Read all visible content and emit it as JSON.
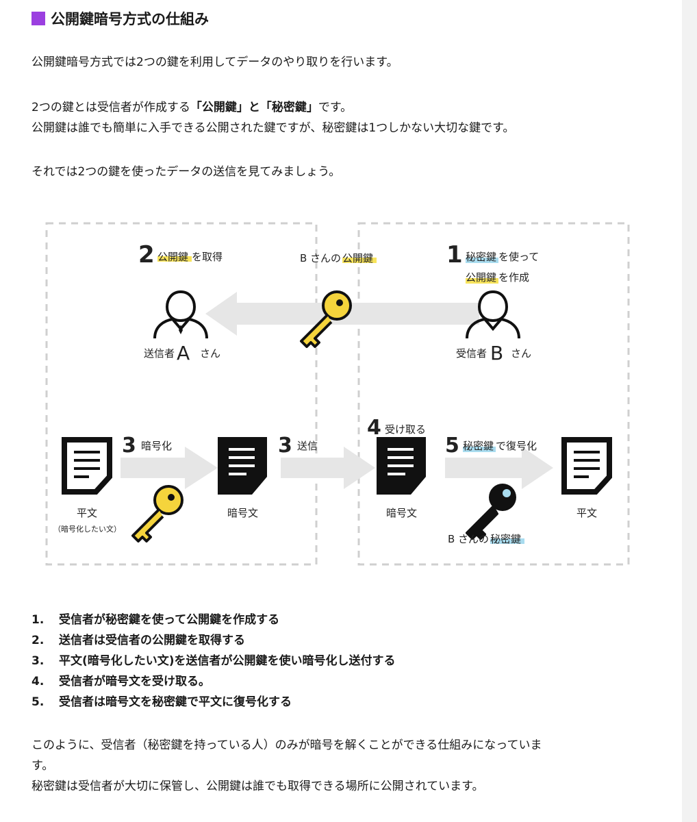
{
  "heading": "公開鍵暗号方式の仕組み",
  "paragraphs": {
    "p1": "公開鍵暗号方式では2つの鍵を利用してデータのやり取りを行います。",
    "p2_a": "2つの鍵とは受信者が作成する",
    "p2_b": "「公開鍵」と「秘密鍵」",
    "p2_c": "です。",
    "p3": "公開鍵は誰でも簡単に入手できる公開された鍵ですが、秘密鍵は1つしかない大切な鍵です。",
    "p4": "それでは2つの鍵を使ったデータの送信を見てみましょう。",
    "p5": "このように、受信者（秘密鍵を持っている人）のみが暗号を解くことができる仕組みになっていま",
    "p5b": "す。",
    "p6": "秘密鍵は受信者が大切に保管し、公開鍵は誰でも取得できる場所に公開されています。"
  },
  "diagram": {
    "step2_num": "2",
    "step2_hl": "公開鍵",
    "step2_rest": "を取得",
    "b_pubkey_pre": "B さんの",
    "b_pubkey_hl": "公開鍵",
    "step1_num": "1",
    "step1_hl": "秘密鍵",
    "step1_rest": "を使って",
    "step1_line2_hl": "公開鍵",
    "step1_line2_rest": "を作成",
    "sender_pre": "送信者",
    "sender_letter": "A",
    "sender_post": "さん",
    "receiver_pre": "受信者",
    "receiver_letter": "B",
    "receiver_post": "さん",
    "step3a_num": "3",
    "step3a_label": "暗号化",
    "step3b_num": "3",
    "step3b_label": "送信",
    "step4_num": "4",
    "step4_label": "受け取る",
    "step5_num": "5",
    "step5_hl": "秘密鍵",
    "step5_rest": "で復号化",
    "doc1_label": "平文",
    "doc1_sub": "（暗号化したい文）",
    "doc2_label": "暗号文",
    "doc3_label": "暗号文",
    "doc4_label": "平文",
    "b_privkey_pre": "B さんの",
    "b_privkey_hl": "秘密鍵"
  },
  "steps": [
    {
      "num": "1.",
      "text": "受信者が秘密鍵を使って公開鍵を作成する"
    },
    {
      "num": "2.",
      "text": "送信者は受信者の公開鍵を取得する"
    },
    {
      "num": "3.",
      "text": "平文(暗号化したい文)を送信者が公開鍵を使い暗号化し送付する"
    },
    {
      "num": "4.",
      "text": "受信者が暗号文を受け取る。"
    },
    {
      "num": "5.",
      "text": "受信者は暗号文を秘密鍵で平文に復号化する"
    }
  ],
  "colors": {
    "accent": "#9b3fe0",
    "key_yellow": "#f5d43c",
    "highlight_yellow": "#f8e45c",
    "highlight_blue": "#a9dcef",
    "arrow_gray": "#e6e6e6"
  }
}
